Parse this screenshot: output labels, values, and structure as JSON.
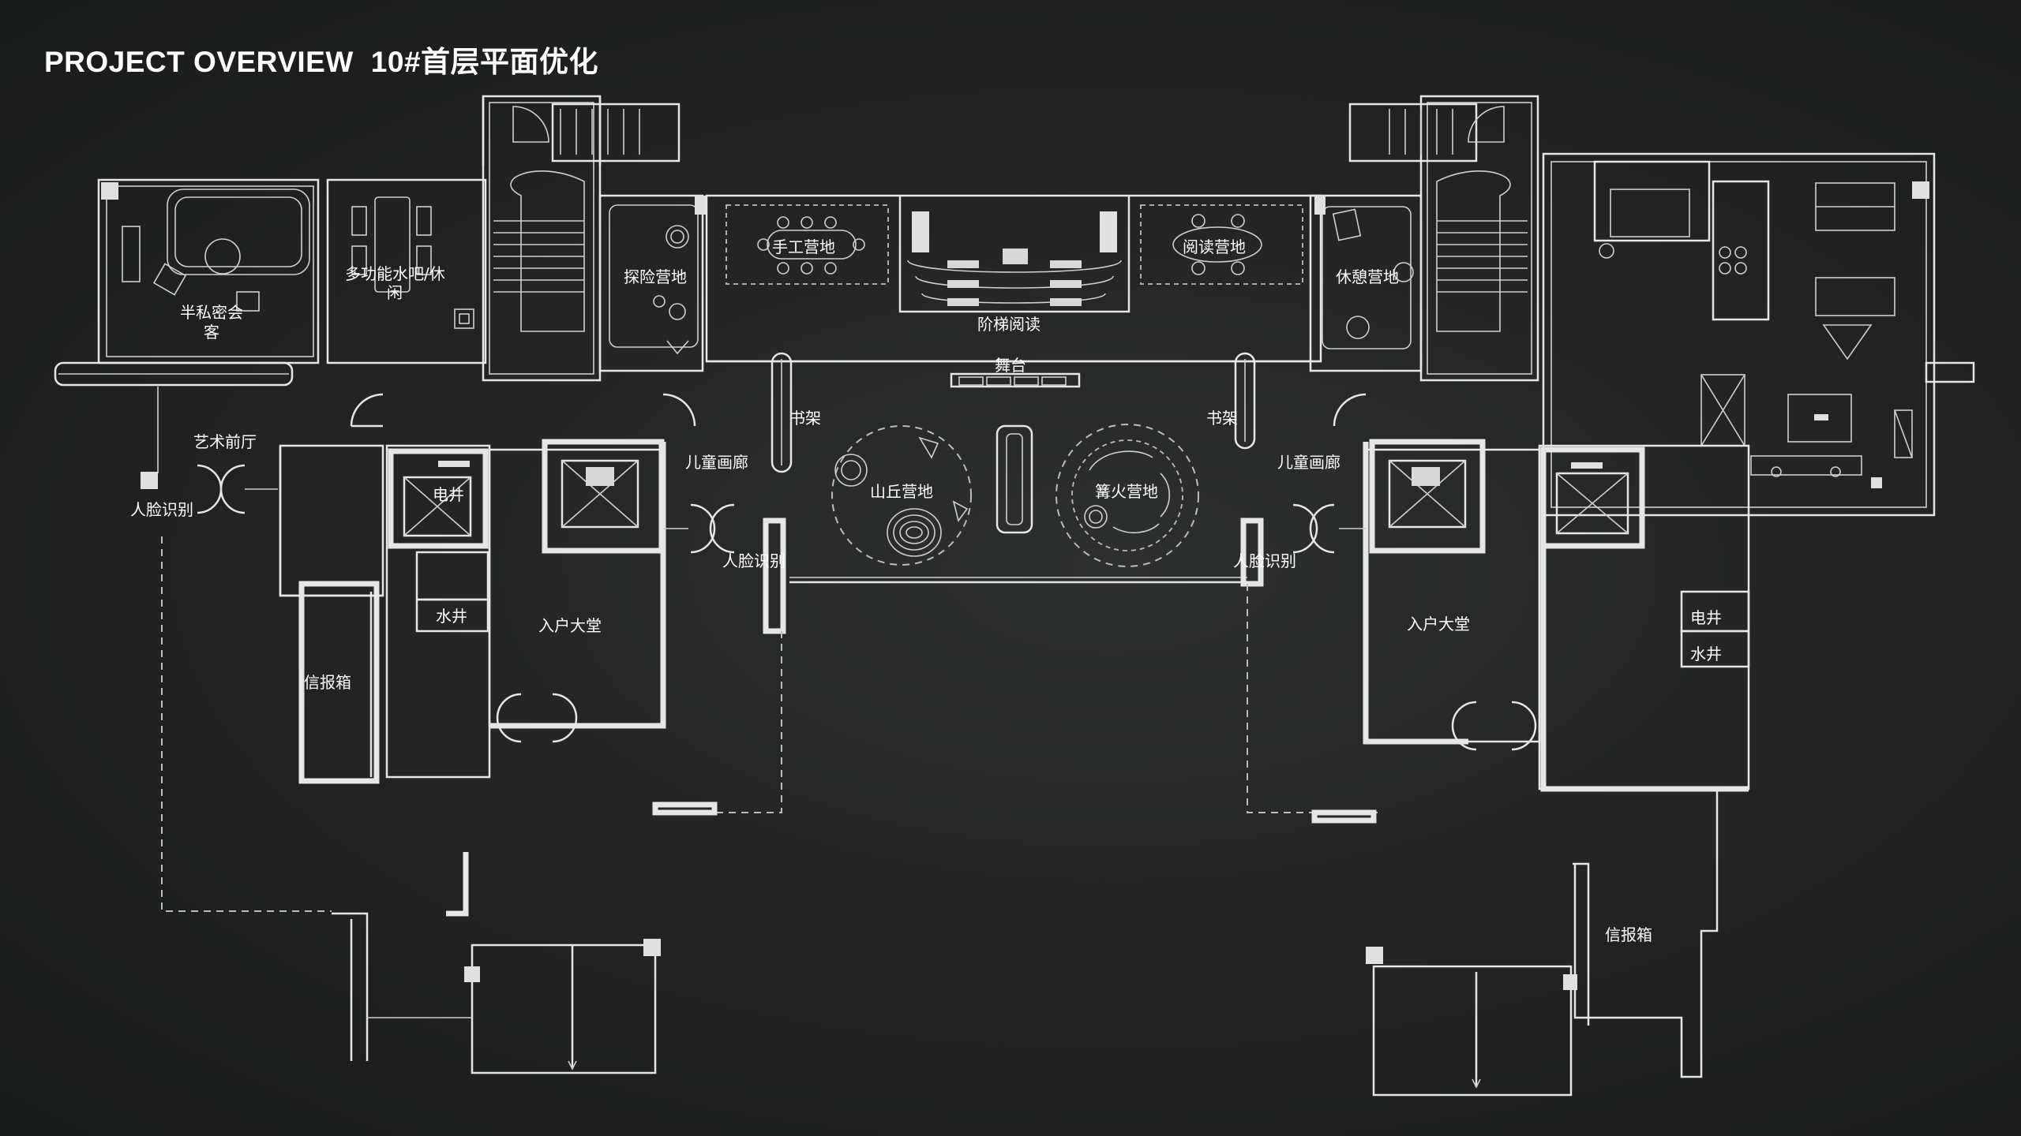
{
  "title": {
    "prefix": "PROJECT OVERVIEW",
    "main": "10#首层平面优化"
  },
  "labels": {
    "semi_private": "半私密会客",
    "bar": "多功能水吧/休闲",
    "explore": "探险营地",
    "handcraft": "手工营地",
    "stair_reading": "阶梯阅读",
    "reading": "阅读营地",
    "rest": "休憩营地",
    "stage": "舞台",
    "shelf_left": "书架",
    "shelf_right": "书架",
    "art_lobby": "艺术前厅",
    "face_id_far_left": "人脸识别",
    "face_id_left": "人脸识别",
    "face_id_right": "人脸识别",
    "gallery_left": "儿童画廊",
    "gallery_right": "儿童画廊",
    "hill_camp": "山丘营地",
    "bonfire_camp": "篝火营地",
    "elec_left": "电井",
    "water_left": "水井",
    "elec_right": "电井",
    "water_right": "水井",
    "lobby_left": "入户大堂",
    "lobby_right": "入户大堂",
    "mailbox_left": "信报箱",
    "mailbox_right": "信报箱"
  },
  "colors": {
    "background": "#1f2020",
    "lines": "#e6e6e6",
    "text": "#ffffff"
  }
}
